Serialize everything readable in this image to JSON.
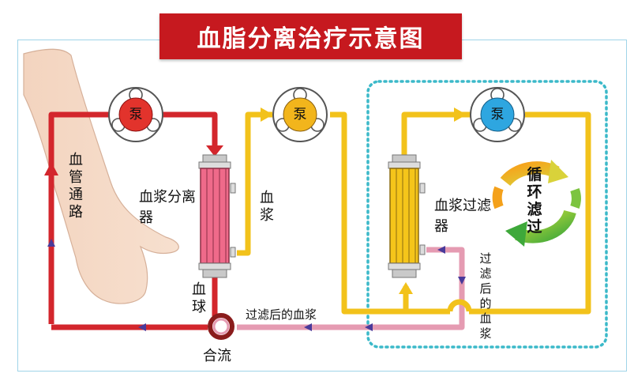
{
  "title": "血脂分离治疗示意图",
  "pumps": {
    "p1": "泵",
    "p2": "泵",
    "p3": "泵"
  },
  "labels": {
    "vessel_access": "血管通路",
    "plasma_separator": "血浆分离器",
    "plasma": "血浆",
    "blood_cells": "血球",
    "plasma_filter": "血浆过滤器",
    "filtered_plasma_horizontal": "过滤后的血浆",
    "filtered_plasma_vertical": "过滤后的血浆",
    "merge": "合流",
    "cycle_filter": "循环滤过"
  },
  "colors": {
    "title_bg": "#c6191f",
    "blood_red": "#d3262c",
    "plasma_yellow": "#f2c21b",
    "filtered_pink": "#e59bb2",
    "arrow_purple": "#4a3a9a",
    "pump_red": "#e2332c",
    "pump_yellow": "#f2b51c",
    "pump_blue": "#2ea6e0",
    "dotted_box": "#3bb9c9"
  }
}
